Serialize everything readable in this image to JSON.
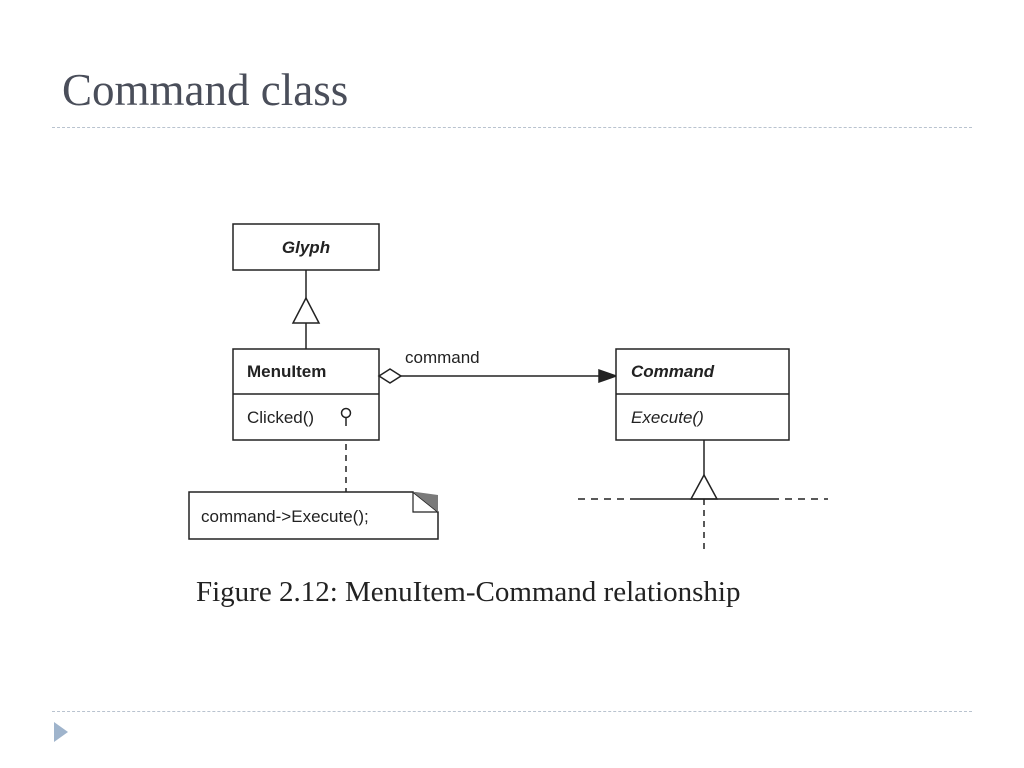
{
  "slide": {
    "title": "Command class"
  },
  "diagram": {
    "classes": {
      "glyph": {
        "name": "Glyph",
        "abstract": true
      },
      "menu_item": {
        "name": "MenuItem",
        "abstract": false,
        "operations": [
          "Clicked()"
        ]
      },
      "command": {
        "name": "Command",
        "abstract": true,
        "operations": [
          "Execute()"
        ]
      }
    },
    "association_label": "command",
    "note_text": "command->Execute();",
    "caption": "Figure 2.12: MenuItem-Command relationship"
  },
  "colors": {
    "title": "#4a4e5a",
    "rule": "#b9c3cf",
    "nav_arrow": "#9fb4cc",
    "diagram_ink": "#222222"
  }
}
